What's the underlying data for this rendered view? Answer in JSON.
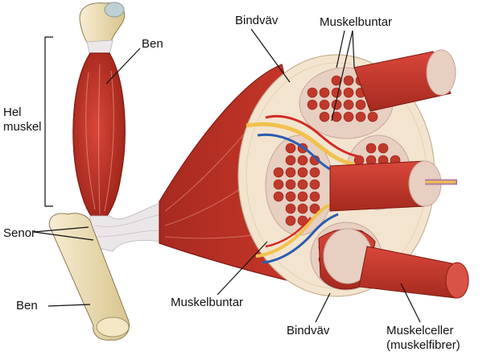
{
  "labels": {
    "bone_top": "Ben",
    "whole_muscle_line1": "Hel",
    "whole_muscle_line2": "muskel",
    "tendons": "Senor",
    "bone_bottom": "Ben",
    "connective_top": "Bindväv",
    "bundles_top": "Muskelbuntar",
    "bundles_bottom": "Muskelbuntar",
    "connective_bottom": "Bindväv",
    "cells_line1": "Muskelceller",
    "cells_line2": "(muskelfibrer)"
  },
  "colors": {
    "muscle": "#c0392b",
    "muscle_dark": "#8e1f17",
    "connective": "#f3e4cf",
    "tendon": "#e9e6e8",
    "bone": "#eadbb0",
    "vein": "#2a5db0",
    "artery": "#d22b22",
    "nerve": "#f2c14e"
  }
}
